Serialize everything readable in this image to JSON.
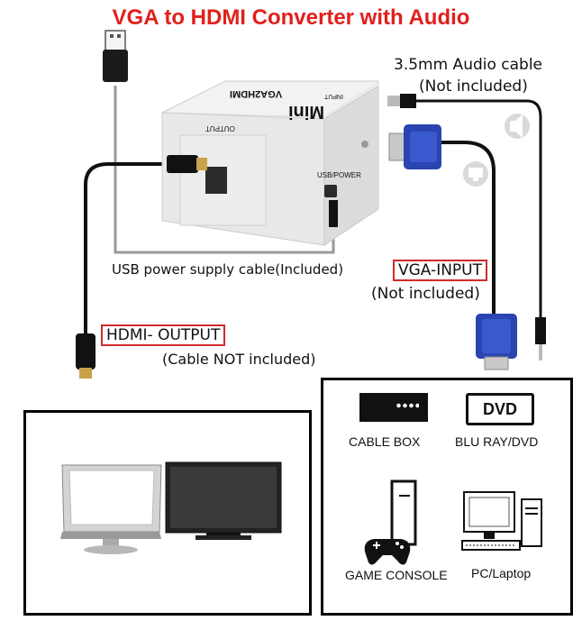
{
  "title": "VGA to HDMI Converter with Audio",
  "converter": {
    "top_label": "VGA2HDMI",
    "mini_label": "Mini",
    "output_port_label": "OUTPUT",
    "power_port_label": "USB/POWER",
    "input_port_label": "INPUT"
  },
  "labels": {
    "audio_cable_line1": "3.5mm Audio cable",
    "audio_cable_line2": "(Not included)",
    "usb_power": "USB power supply cable(Included)",
    "vga_input": "VGA-INPUT",
    "vga_input_note": "(Not included)",
    "hdmi_output": "HDMI- OUTPUT",
    "hdmi_output_note": "(Cable NOT included)"
  },
  "sources": {
    "cable_box": "CABLE BOX",
    "dvd_badge": "DVD",
    "blu_ray": "BLU RAY/DVD",
    "game_console": "GAME CONSOLE",
    "pc_laptop": "PC/Laptop"
  }
}
